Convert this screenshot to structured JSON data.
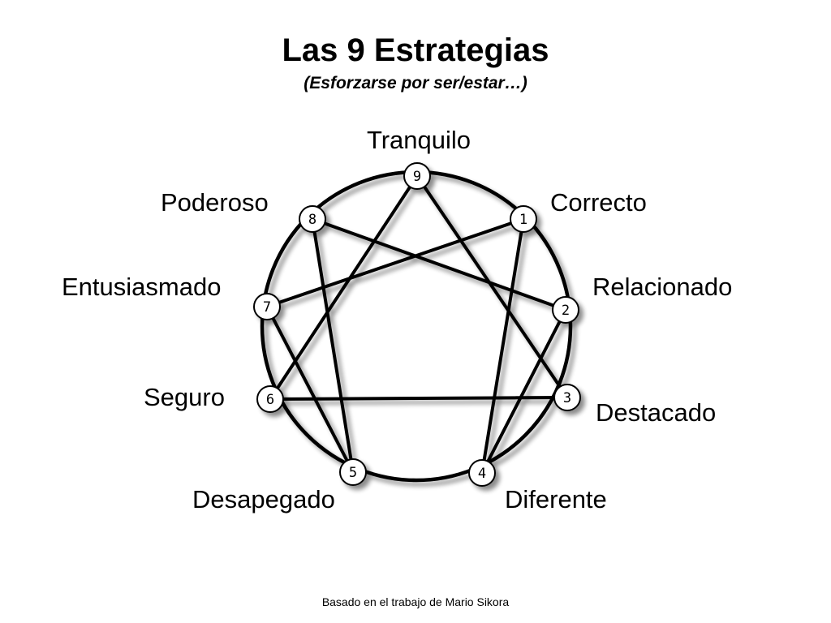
{
  "title": "Las 9 Estrategias",
  "subtitle": "(Esforzarse por ser/estar…)",
  "credit": "Basado en el trabajo de Mario Sikora",
  "nodes": [
    {
      "number": "9",
      "label": "Tranquilo"
    },
    {
      "number": "1",
      "label": "Correcto"
    },
    {
      "number": "2",
      "label": "Relacionado"
    },
    {
      "number": "3",
      "label": "Destacado"
    },
    {
      "number": "4",
      "label": "Diferente"
    },
    {
      "number": "5",
      "label": "Desapegado"
    },
    {
      "number": "6",
      "label": "Seguro"
    },
    {
      "number": "7",
      "label": "Entusiasmado"
    },
    {
      "number": "8",
      "label": "Poderoso"
    }
  ],
  "connections": [
    [
      "1",
      "4"
    ],
    [
      "4",
      "2"
    ],
    [
      "2",
      "8"
    ],
    [
      "8",
      "5"
    ],
    [
      "5",
      "7"
    ],
    [
      "7",
      "1"
    ],
    [
      "9",
      "3"
    ],
    [
      "3",
      "6"
    ],
    [
      "6",
      "9"
    ]
  ]
}
